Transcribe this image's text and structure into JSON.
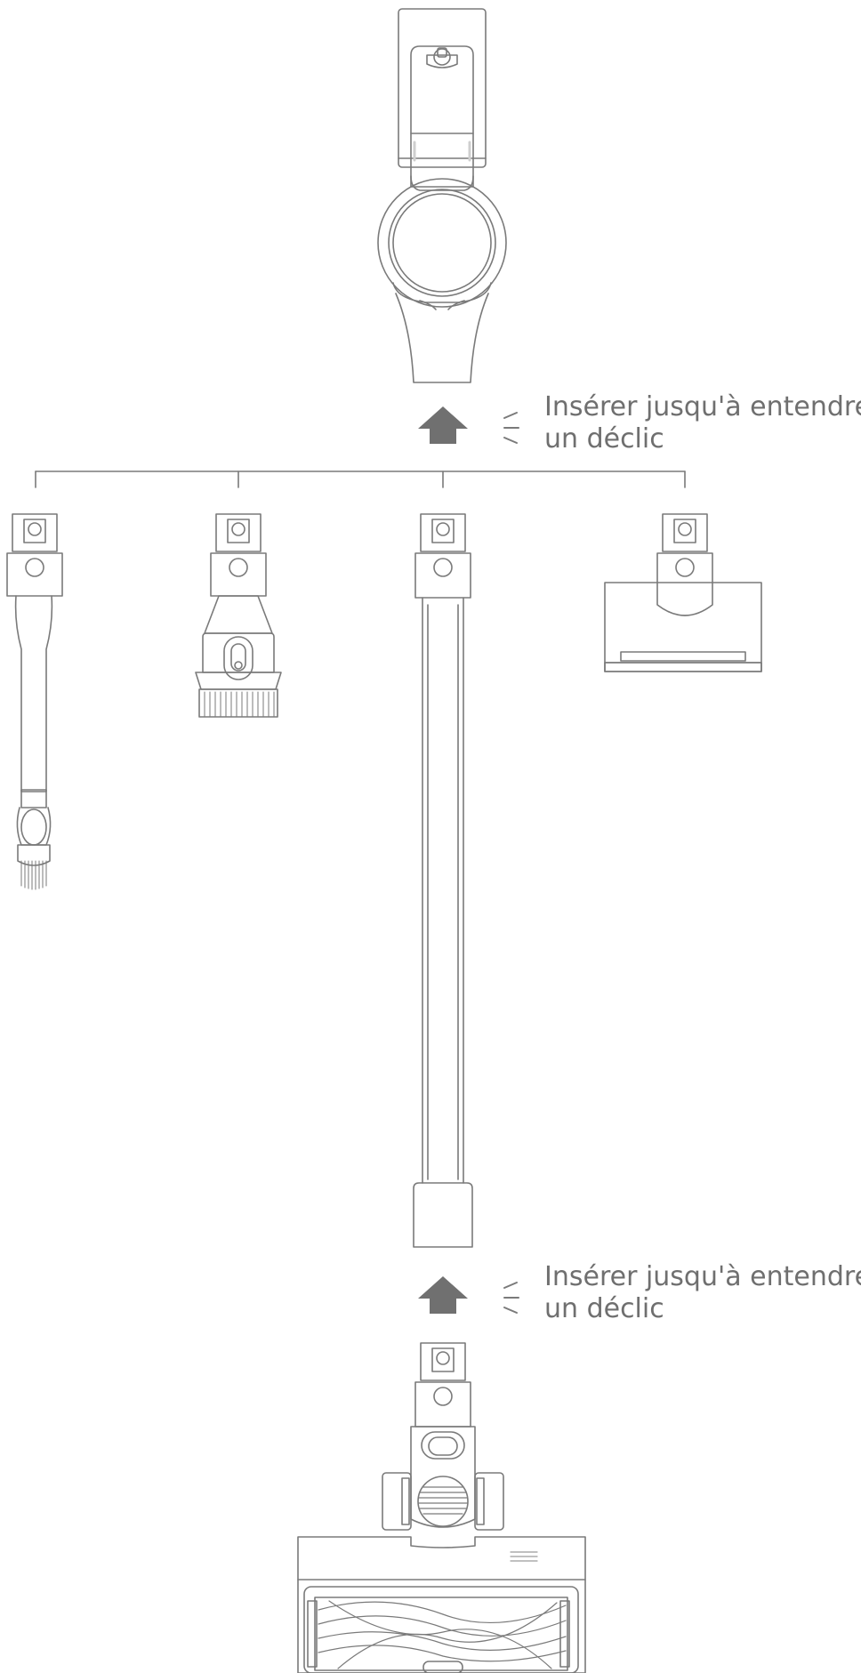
{
  "callouts": [
    {
      "line1": "Insérer jusqu'à entendre",
      "line2": "un déclic"
    },
    {
      "line1": "Insérer jusqu'à entendre",
      "line2": "un déclic"
    }
  ],
  "colors": {
    "outline": "#7a7a7a",
    "arrow": "#707070",
    "text": "#6f6f6f",
    "background": "#ffffff"
  },
  "icons": [
    "up-arrow-icon",
    "click-sound-icon"
  ]
}
